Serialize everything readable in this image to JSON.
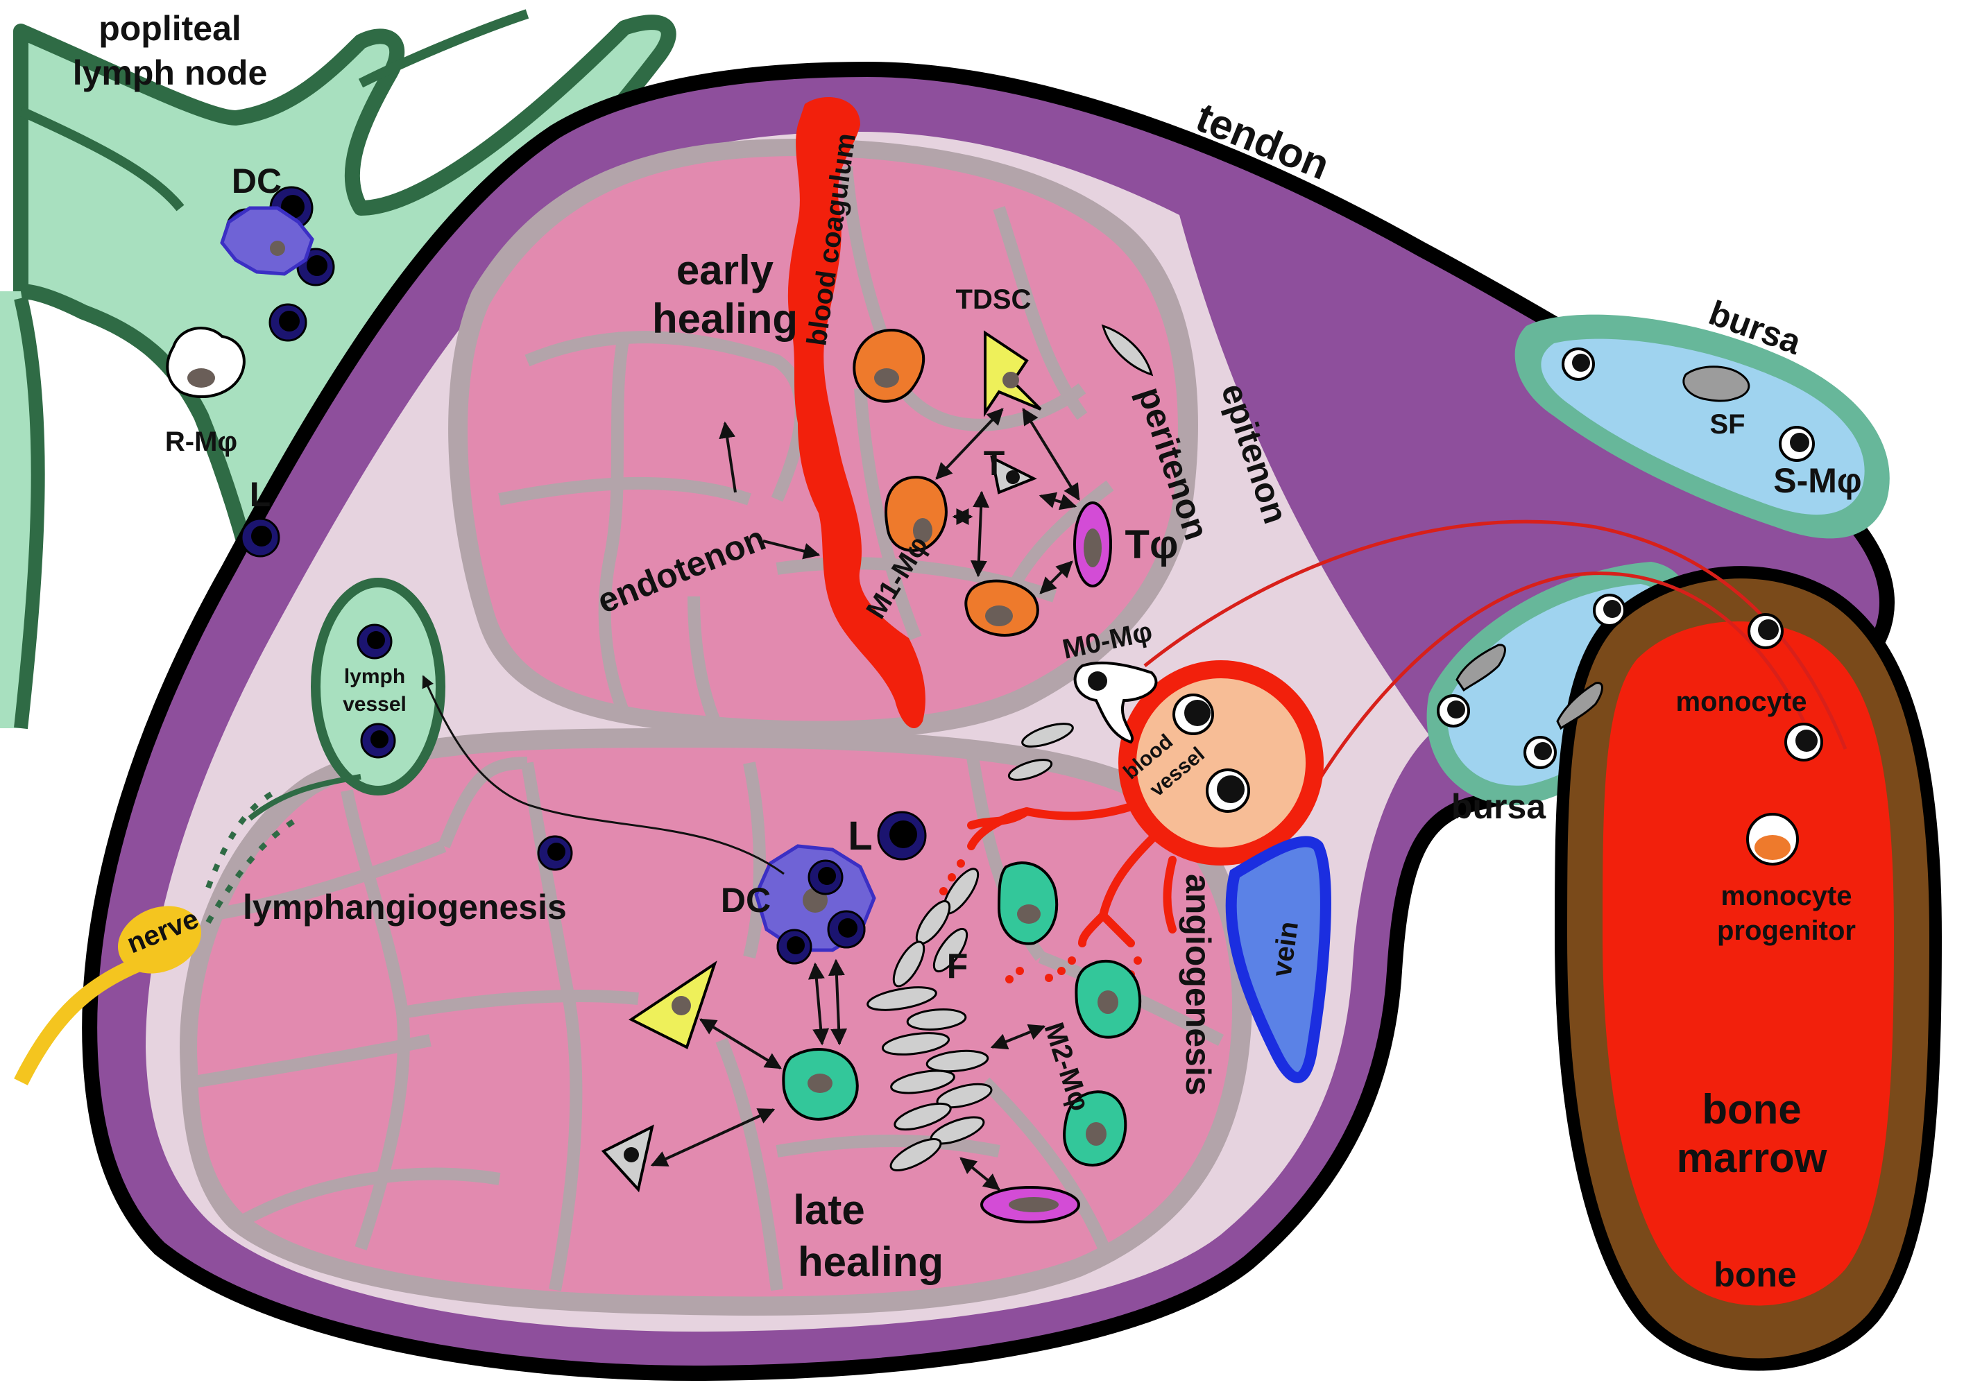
{
  "labels": {
    "popliteal_line1": "popliteal",
    "popliteal_line2": "lymph node",
    "dc_top": "DC",
    "r_macrophage": "R-Mφ",
    "l_left": "L",
    "lymph_vessel_line1": "lymph",
    "lymph_vessel_line2": "vessel",
    "nerve": "nerve",
    "lymphangiogenesis": "lymphangiogenesis",
    "tendon": "tendon",
    "early_healing_line1": "early",
    "early_healing_line2": "healing",
    "blood_coagulum": "blood coagulum",
    "tdsc": "TDSC",
    "peritenon": "peritenon",
    "epitenon": "epitenon",
    "endotenon": "endotenon",
    "t_cell": "T",
    "t_phi": "Tφ",
    "m1_macrophage": "M1-Mφ",
    "m0_macrophage": "M0-Mφ",
    "blood_vessel_line1": "blood",
    "blood_vessel_line2": "vessel",
    "l_center": "L",
    "dc_center": "DC",
    "fibroblast": "F",
    "m2_macrophage": "M2-Mφ",
    "angiogenesis": "angiogenesis",
    "vein": "vein",
    "late_healing_line1": "late",
    "late_healing_line2": "healing",
    "bursa_top": "bursa",
    "sf": "SF",
    "s_macrophage": "S-Mφ",
    "bursa_bottom": "bursa",
    "monocyte": "monocyte",
    "monocyte_progenitor_line1": "monocyte",
    "monocyte_progenitor_line2": "progenitor",
    "bone_marrow_line1": "bone",
    "bone_marrow_line2": "marrow",
    "bone": "bone"
  },
  "colors": {
    "lymph_node_fill": "#a8e0bf",
    "lymph_node_outline": "#2f6b45",
    "tendon_purple": "#8e4f9c",
    "fascicle_pink": "#e28aaf",
    "endotenon_gray": "#b3a4aa",
    "peritenon_light": "#e6d3df",
    "blood_red": "#f2200c",
    "bursa_teal": "#67b79a",
    "bursa_fluid": "#9fd3ef",
    "bone_brown": "#7a4a1a",
    "marrow_red": "#f2200c",
    "vein_blue": "#1b2ee0",
    "vein_fill": "#5b82e6",
    "m1_orange": "#ee7a2c",
    "m2_green": "#33c79a",
    "dc_blue": "#6f63d6",
    "lymphocyte_navy": "#1b1470",
    "t_phi_magenta": "#d34cd6",
    "tdsc_yellow": "#eef05a",
    "nerve_yellow": "#f4c51f"
  }
}
